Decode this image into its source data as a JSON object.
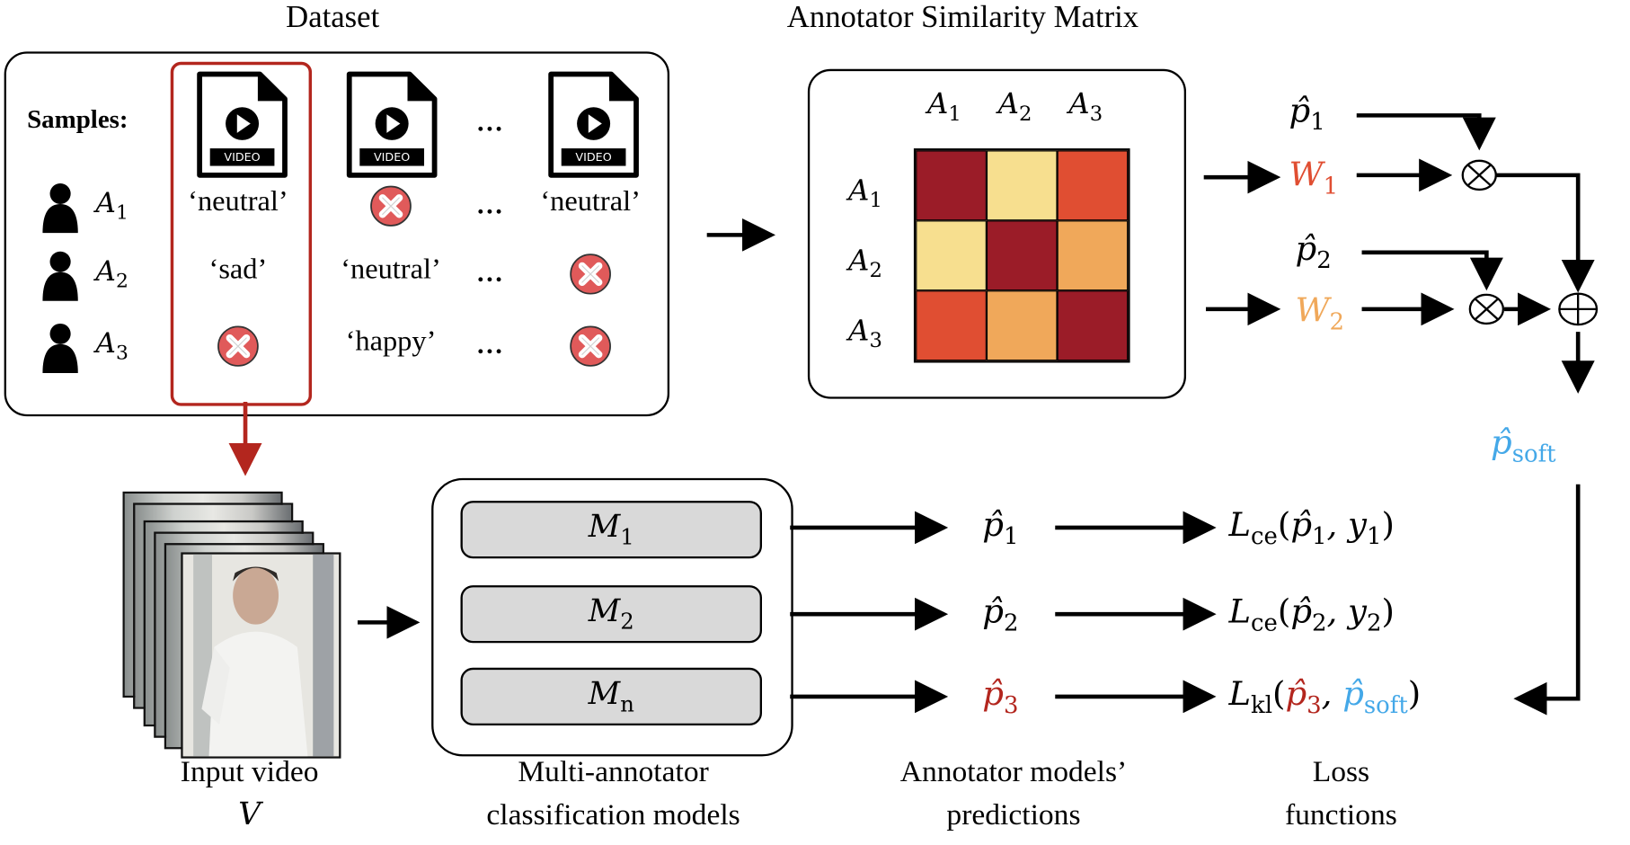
{
  "dataset": {
    "title": "Dataset",
    "samples_label": "Samples:",
    "video_badge": "VIDEO",
    "ellipsis": "…",
    "annotators": [
      {
        "name": "A",
        "sub": "1"
      },
      {
        "name": "A",
        "sub": "2"
      },
      {
        "name": "A",
        "sub": "3"
      }
    ],
    "columns": [
      {
        "selected": true,
        "labels": [
          "‘neutral’",
          "‘sad’",
          null
        ]
      },
      {
        "selected": false,
        "labels": [
          null,
          "‘neutral’",
          "‘happy’"
        ]
      },
      {
        "selected": false,
        "labels": [
          "‘neutral’",
          null,
          null
        ]
      }
    ],
    "missing_icon": "x-circle-icon"
  },
  "similarity": {
    "title": "Annotator Similarity Matrix",
    "col_headers": [
      {
        "name": "A",
        "sub": "1"
      },
      {
        "name": "A",
        "sub": "2"
      },
      {
        "name": "A",
        "sub": "3"
      }
    ],
    "row_headers": [
      {
        "name": "A",
        "sub": "1"
      },
      {
        "name": "A",
        "sub": "2"
      },
      {
        "name": "A",
        "sub": "3"
      }
    ],
    "colors": [
      [
        "#9b1c28",
        "#f7df8f",
        "#e04e32"
      ],
      [
        "#f7df8f",
        "#9b1c28",
        "#f0a85a"
      ],
      [
        "#e04e32",
        "#f0a85a",
        "#9b1c28"
      ]
    ]
  },
  "fusion": {
    "p1": {
      "base": "p̂",
      "sub": "1"
    },
    "w1": {
      "base": "W",
      "sub": "1",
      "color": "#e04e32"
    },
    "p2": {
      "base": "p̂",
      "sub": "2"
    },
    "w2": {
      "base": "W",
      "sub": "2",
      "color": "#f0a85a"
    },
    "multiply_symbol": "⊗",
    "add_symbol": "⊕",
    "p_soft": {
      "base": "p̂",
      "sub": "soft",
      "color": "#44a8e8"
    }
  },
  "models": {
    "items": [
      {
        "name": "M",
        "sub": "1"
      },
      {
        "name": "M",
        "sub": "2"
      },
      {
        "name": "M",
        "sub": "n"
      }
    ]
  },
  "predictions": [
    {
      "base": "p̂",
      "sub": "1",
      "color": "#000000"
    },
    {
      "base": "p̂",
      "sub": "2",
      "color": "#000000"
    },
    {
      "base": "p̂",
      "sub": "3",
      "color": "#b3261e"
    }
  ],
  "losses": [
    {
      "L": "L",
      "Lsub": "ce",
      "arg1": {
        "base": "p̂",
        "sub": "1",
        "color": "#000000"
      },
      "arg2": {
        "base": "y",
        "sub": "1",
        "color": "#000000"
      }
    },
    {
      "L": "L",
      "Lsub": "ce",
      "arg1": {
        "base": "p̂",
        "sub": "2",
        "color": "#000000"
      },
      "arg2": {
        "base": "y",
        "sub": "2",
        "color": "#000000"
      }
    },
    {
      "L": "L",
      "Lsub": "kl",
      "arg1": {
        "base": "p̂",
        "sub": "3",
        "color": "#b3261e"
      },
      "arg2": {
        "base": "p̂",
        "sub": "soft",
        "color": "#44a8e8"
      }
    }
  ],
  "captions": {
    "input_video": [
      "Input video",
      "V"
    ],
    "models": [
      "Multi-annotator",
      "classification models"
    ],
    "predictions": [
      "Annotator models’",
      "predictions"
    ],
    "losses": [
      "Loss",
      "functions"
    ]
  },
  "colors": {
    "selection_red": "#b3261e",
    "soft_blue": "#44a8e8",
    "model_gray": "#d9d9d9"
  }
}
